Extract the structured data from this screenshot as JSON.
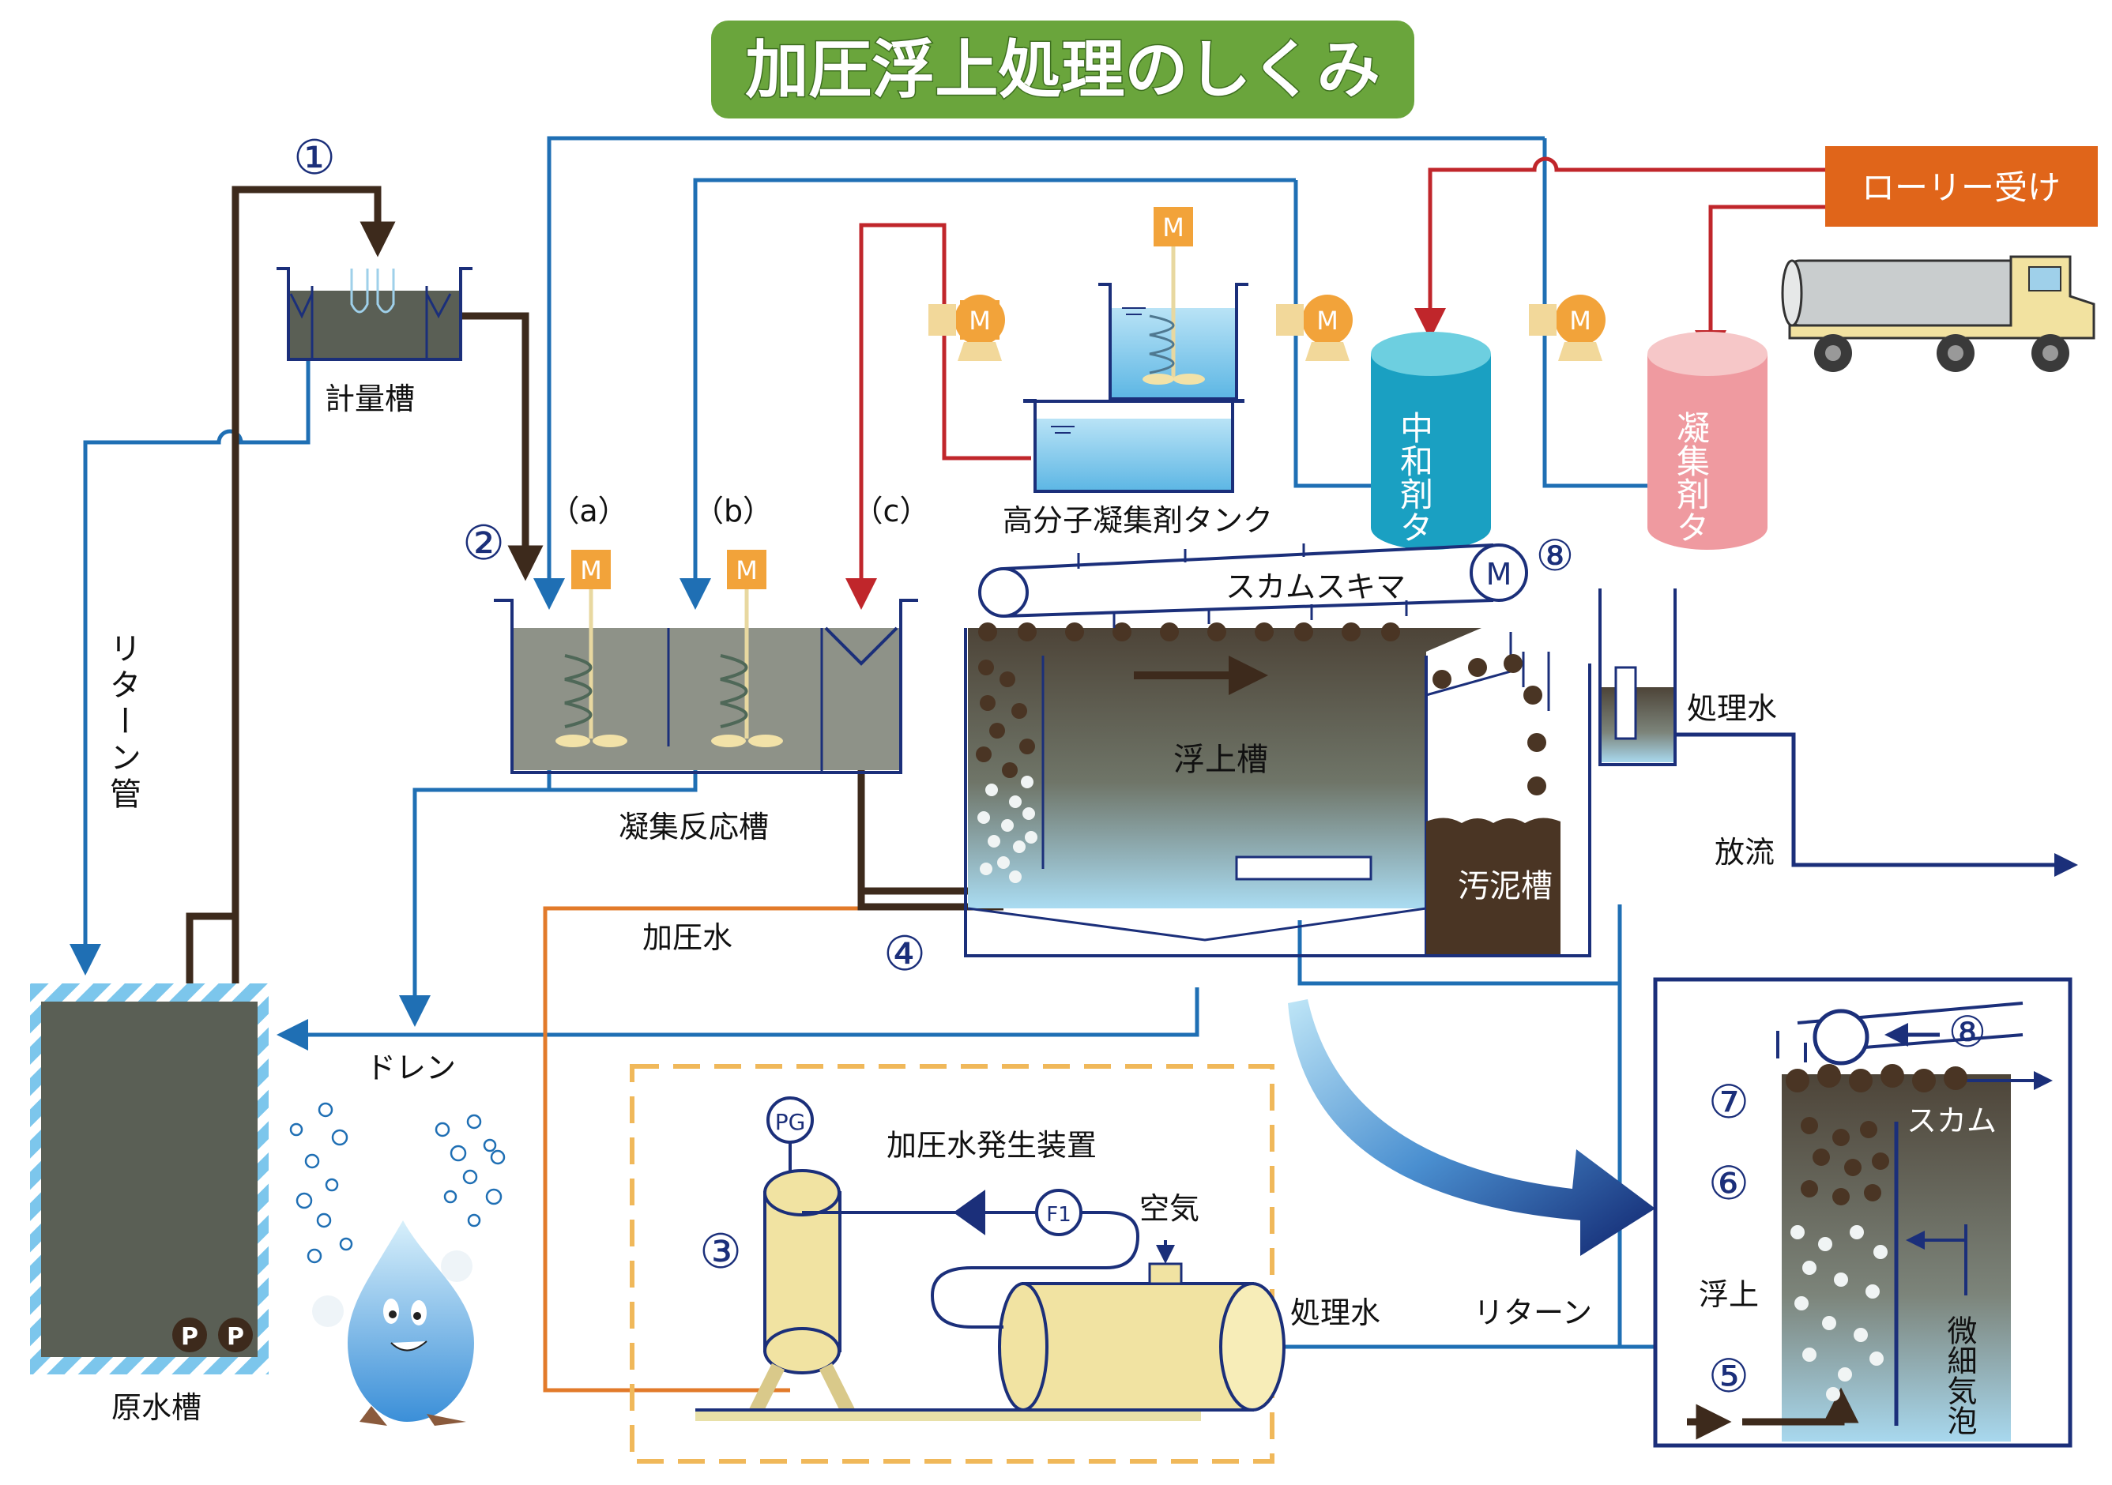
{
  "title": "加圧浮上処理のしくみ",
  "colors": {
    "title_bg": "#6aa53c",
    "blue_line": "#1f6fb4",
    "red_line": "#c0262b",
    "orange_line": "#e27a2a",
    "brown_line": "#3d2a1c",
    "navy": "#1b2f7a",
    "scum": "#4a3524",
    "lorry_box": "#e0651a"
  },
  "steps": {
    "s1": "①",
    "s2": "②",
    "s3": "③",
    "s4": "④",
    "s5": "⑤",
    "s6": "⑥",
    "s7": "⑦",
    "s8a": "⑧",
    "s8b": "⑧"
  },
  "labels": {
    "metering_tank": "計量槽",
    "return_pipe": "リターン管",
    "coag_reaction_tank": "凝集反応槽",
    "polymer_tank": "高分子凝集剤タンク",
    "neutralizer_tank": "中和剤タンク",
    "coagulant_tank": "凝集剤タンク",
    "lorry": "ローリー受け",
    "scum_skimmer": "スカムスキマ",
    "flotation_tank": "浮上槽",
    "sludge_tank": "汚泥槽",
    "treated_water_top": "処理水",
    "discharge": "放流",
    "pressurized_water": "加圧水",
    "drain": "ドレン",
    "raw_water_tank": "原水槽",
    "generator": "加圧水発生装置",
    "air": "空気",
    "treated_water_bottom": "処理水",
    "return": "リターン",
    "scum": "スカム",
    "float": "浮上",
    "micro_bubbles": "微細気泡",
    "a": "（a）",
    "b": "（b）",
    "c": "（c）",
    "motor": "M",
    "pump": "P",
    "pg": "PG",
    "f1": "F1"
  }
}
